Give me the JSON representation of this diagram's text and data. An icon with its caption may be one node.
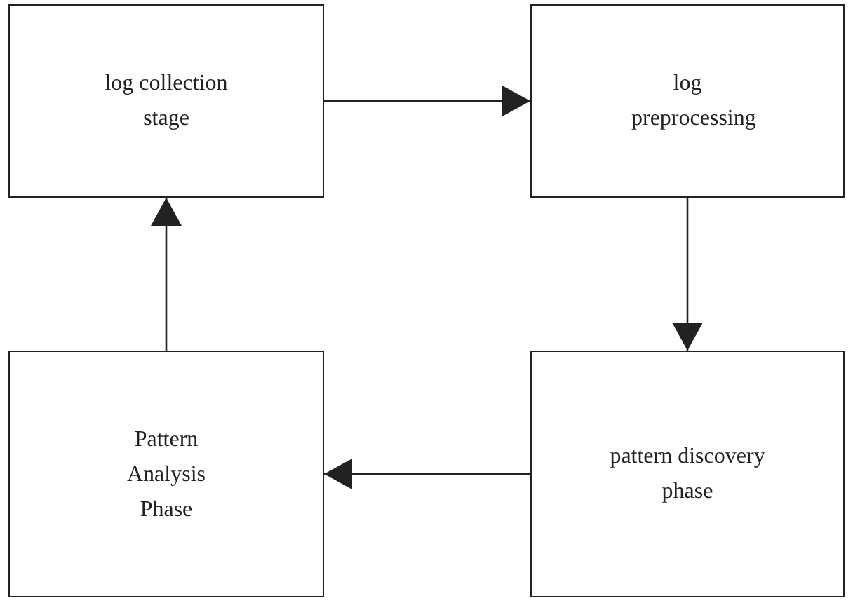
{
  "diagram": {
    "nodes": [
      {
        "text": [
          "log collection stage"
        ]
      },
      {
        "text": [
          "log preprocessing"
        ]
      },
      {
        "text": [
          "pattern discovery phase"
        ]
      },
      {
        "text": [
          "Pattern Analysis Phase"
        ]
      }
    ],
    "edges": [
      {
        "from": 0,
        "to": 1,
        "arrow": "to"
      },
      {
        "from": 1,
        "to": 2,
        "arrow": "to"
      },
      {
        "from": 2,
        "to": 3,
        "arrow": "to"
      },
      {
        "from": 3,
        "to": 0,
        "arrow": "to"
      }
    ]
  }
}
